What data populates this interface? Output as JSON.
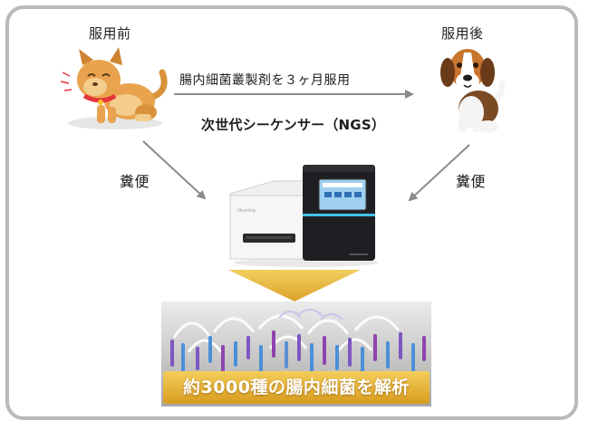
{
  "labels": {
    "before": "服用前",
    "after": "服用後",
    "treatment": "腸内細菌叢製剤を３ヶ月服用",
    "sequencer": "次世代シーケンサー（NGS）",
    "stool_left": "糞便",
    "stool_right": "糞便",
    "result": "約3000種の腸内細菌を解析"
  },
  "colors": {
    "frame": "#b9b9b9",
    "arrow": "#8a8a8a",
    "banner": "#e2ad35",
    "triangle": "#e7b93b"
  },
  "icons": {
    "dog_before": "scratching-dog-illustration",
    "dog_after": "beagle-illustration",
    "sequencer": "ngs-sequencer-machine",
    "dna_array": "dna-strand-array"
  }
}
